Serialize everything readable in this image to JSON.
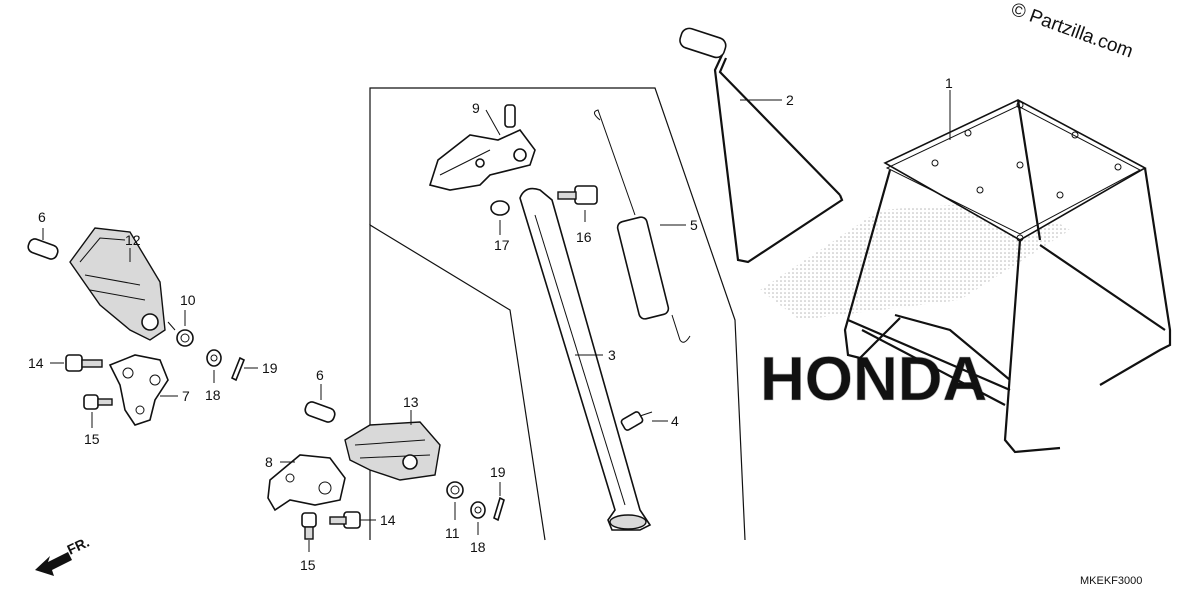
{
  "diagram": {
    "copyright": "© Partzilla.com",
    "diagram_code": "MKEKF3000",
    "direction_label": "FR.",
    "watermark": "HONDA",
    "callouts": [
      {
        "id": "c1",
        "label": "1"
      },
      {
        "id": "c2",
        "label": "2"
      },
      {
        "id": "c3",
        "label": "3"
      },
      {
        "id": "c4",
        "label": "4"
      },
      {
        "id": "c5",
        "label": "5"
      },
      {
        "id": "c6a",
        "label": "6"
      },
      {
        "id": "c6b",
        "label": "6"
      },
      {
        "id": "c7",
        "label": "7"
      },
      {
        "id": "c8",
        "label": "8"
      },
      {
        "id": "c9",
        "label": "9"
      },
      {
        "id": "c10",
        "label": "10"
      },
      {
        "id": "c11",
        "label": "11"
      },
      {
        "id": "c12",
        "label": "12"
      },
      {
        "id": "c13",
        "label": "13"
      },
      {
        "id": "c14a",
        "label": "14"
      },
      {
        "id": "c14b",
        "label": "14"
      },
      {
        "id": "c15a",
        "label": "15"
      },
      {
        "id": "c15b",
        "label": "15"
      },
      {
        "id": "c16",
        "label": "16"
      },
      {
        "id": "c17",
        "label": "17"
      },
      {
        "id": "c18a",
        "label": "18"
      },
      {
        "id": "c18b",
        "label": "18"
      },
      {
        "id": "c19a",
        "label": "19"
      },
      {
        "id": "c19b",
        "label": "19"
      }
    ]
  }
}
